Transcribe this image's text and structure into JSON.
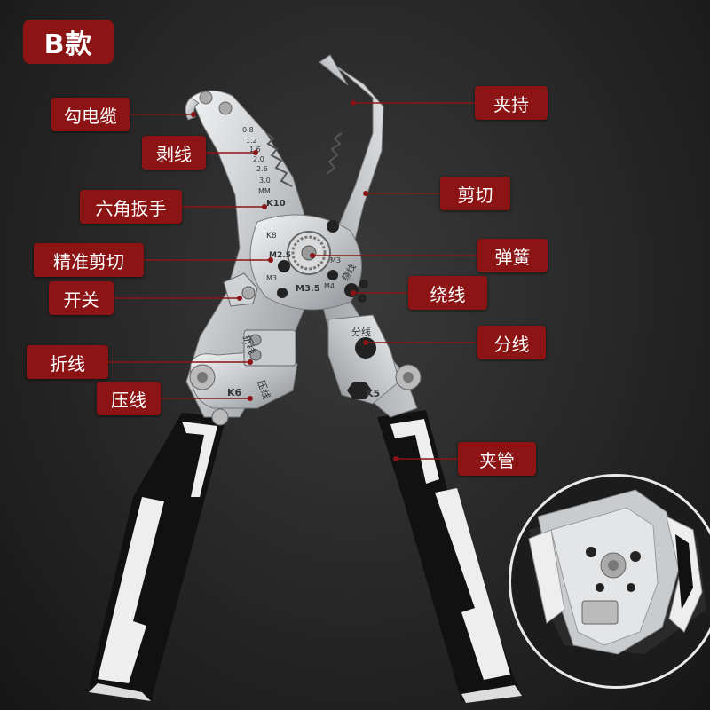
{
  "badge": {
    "text": "B款"
  },
  "labels": {
    "hook_cable": "勾电缆",
    "strip_wire": "剥线",
    "hex_wrench": "六角扳手",
    "precise_cut": "精准剪切",
    "switch": "开关",
    "fold_wire": "折线",
    "crimp_wire": "压线",
    "clamp": "夹持",
    "cut": "剪切",
    "spring": "弹簧",
    "wind_wire": "绕线",
    "split_wire": "分线",
    "clamp_tube": "夹管"
  },
  "engravings": {
    "gauges": [
      "0.8",
      "1.2",
      "1.6",
      "2.0",
      "2.6",
      "3.0"
    ],
    "mm": "MM",
    "k10": "K10",
    "k8": "K8",
    "m25": "M2.5",
    "m3": "M3",
    "m35": "M3.5",
    "m4": "M4",
    "m3b": "M3",
    "rao_xian": "绕线",
    "fen_xian": "分线",
    "zhe_xian": "折线",
    "ya_xian": "压线",
    "k6": "K6",
    "k5": "K5"
  },
  "colors": {
    "accent": "#8c1414",
    "steel": "#cfd2d4",
    "handle_black": "#111111",
    "handle_white": "#eeeeee"
  }
}
